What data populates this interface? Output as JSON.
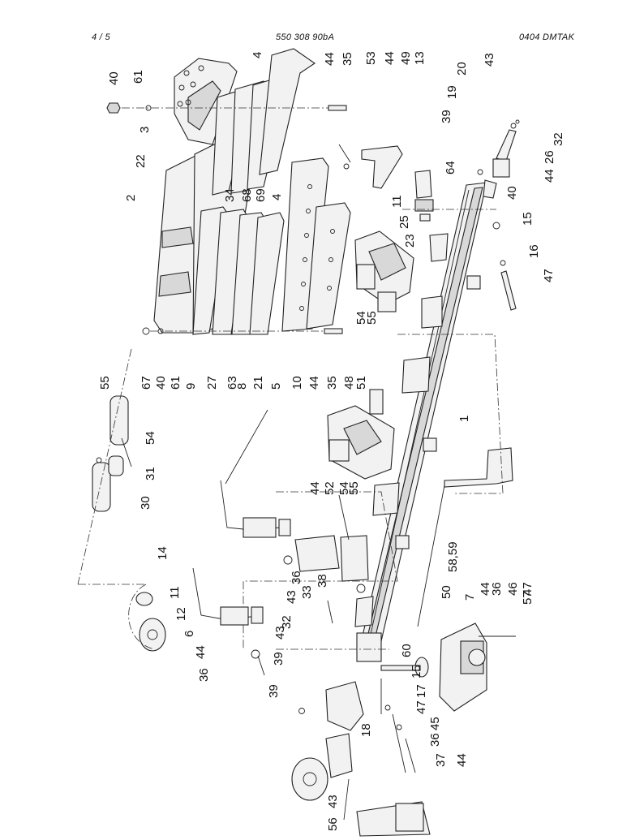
{
  "header": {
    "page": "4 / 5",
    "doc_number": "550 308 90bA",
    "code": "0404  DMTAK"
  },
  "callouts": [
    {
      "id": "c40a",
      "text": "40"
    },
    {
      "id": "c61a",
      "text": "61"
    },
    {
      "id": "c3",
      "text": "3"
    },
    {
      "id": "c22",
      "text": "22"
    },
    {
      "id": "c2",
      "text": "2"
    },
    {
      "id": "c4a",
      "text": "4"
    },
    {
      "id": "c44a",
      "text": "44"
    },
    {
      "id": "c35a",
      "text": "35"
    },
    {
      "id": "c53",
      "text": "53"
    },
    {
      "id": "c44b",
      "text": "44"
    },
    {
      "id": "c49",
      "text": "49"
    },
    {
      "id": "c13",
      "text": "13"
    },
    {
      "id": "c34",
      "text": "34"
    },
    {
      "id": "c68",
      "text": "68"
    },
    {
      "id": "c69",
      "text": "69"
    },
    {
      "id": "c4b",
      "text": "4"
    },
    {
      "id": "c20",
      "text": "20"
    },
    {
      "id": "c43a",
      "text": "43"
    },
    {
      "id": "c19",
      "text": "19"
    },
    {
      "id": "c39a",
      "text": "39"
    },
    {
      "id": "c64",
      "text": "64"
    },
    {
      "id": "c32a",
      "text": "32"
    },
    {
      "id": "c26",
      "text": "26"
    },
    {
      "id": "c44c",
      "text": "44"
    },
    {
      "id": "c11a",
      "text": "11"
    },
    {
      "id": "c25",
      "text": "25"
    },
    {
      "id": "c23",
      "text": "23"
    },
    {
      "id": "c40b",
      "text": "40"
    },
    {
      "id": "c15a",
      "text": "15"
    },
    {
      "id": "c16",
      "text": "16"
    },
    {
      "id": "c47a",
      "text": "47"
    },
    {
      "id": "c54a",
      "text": "54"
    },
    {
      "id": "c55a",
      "text": "55"
    },
    {
      "id": "c48",
      "text": "48"
    },
    {
      "id": "c51",
      "text": "51"
    },
    {
      "id": "c35b",
      "text": "35"
    },
    {
      "id": "c44d",
      "text": "44"
    },
    {
      "id": "c10",
      "text": "10"
    },
    {
      "id": "c5",
      "text": "5"
    },
    {
      "id": "c21",
      "text": "21"
    },
    {
      "id": "c8",
      "text": "8"
    },
    {
      "id": "c63",
      "text": "63"
    },
    {
      "id": "c27",
      "text": "27"
    },
    {
      "id": "c9",
      "text": "9"
    },
    {
      "id": "c61b",
      "text": "61"
    },
    {
      "id": "c40c",
      "text": "40"
    },
    {
      "id": "c67",
      "text": "67"
    },
    {
      "id": "c55b",
      "text": "55"
    },
    {
      "id": "c54b",
      "text": "54"
    },
    {
      "id": "c31",
      "text": "31"
    },
    {
      "id": "c30",
      "text": "30"
    },
    {
      "id": "c1",
      "text": "1"
    },
    {
      "id": "c44e",
      "text": "44"
    },
    {
      "id": "c52",
      "text": "52"
    },
    {
      "id": "c54c",
      "text": "54"
    },
    {
      "id": "c55c",
      "text": "55"
    },
    {
      "id": "c5859",
      "text": "58,59"
    },
    {
      "id": "c57",
      "text": "57"
    },
    {
      "id": "c50",
      "text": "50"
    },
    {
      "id": "c36a",
      "text": "36"
    },
    {
      "id": "c38",
      "text": "38"
    },
    {
      "id": "c33",
      "text": "33"
    },
    {
      "id": "c43b",
      "text": "43"
    },
    {
      "id": "c32b",
      "text": "32"
    },
    {
      "id": "c43c",
      "text": "43"
    },
    {
      "id": "c39b",
      "text": "39"
    },
    {
      "id": "c7",
      "text": "7"
    },
    {
      "id": "c44f",
      "text": "44"
    },
    {
      "id": "c36b",
      "text": "36"
    },
    {
      "id": "c46",
      "text": "46"
    },
    {
      "id": "c47b",
      "text": "47"
    },
    {
      "id": "c14",
      "text": "14"
    },
    {
      "id": "c11b",
      "text": "11"
    },
    {
      "id": "c12",
      "text": "12"
    },
    {
      "id": "c6",
      "text": "6"
    },
    {
      "id": "c44g",
      "text": "44"
    },
    {
      "id": "c36c",
      "text": "36"
    },
    {
      "id": "c39c",
      "text": "39"
    },
    {
      "id": "c60",
      "text": "60"
    },
    {
      "id": "c15b",
      "text": "15"
    },
    {
      "id": "c17",
      "text": "17"
    },
    {
      "id": "c47c",
      "text": "47"
    },
    {
      "id": "c18",
      "text": "18"
    },
    {
      "id": "c45",
      "text": "45"
    },
    {
      "id": "c36d",
      "text": "36"
    },
    {
      "id": "c37",
      "text": "37"
    },
    {
      "id": "c44h",
      "text": "44"
    },
    {
      "id": "c43d",
      "text": "43"
    },
    {
      "id": "c56",
      "text": "56"
    }
  ]
}
